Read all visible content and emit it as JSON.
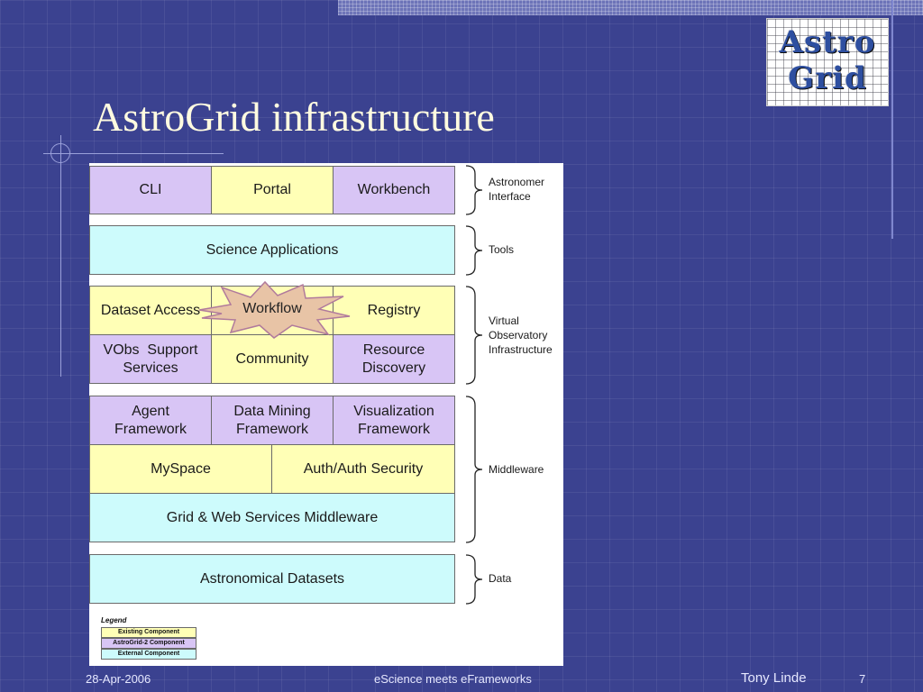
{
  "slide": {
    "title": "AstroGrid infrastructure",
    "logo": {
      "line1": "Astro",
      "line2": "Grid"
    }
  },
  "diagram": {
    "boxes": [
      {
        "id": "cli",
        "label": "CLI",
        "kind": "existing"
      },
      {
        "id": "portal",
        "label": "Portal",
        "kind": "astrogrid2"
      },
      {
        "id": "workbench",
        "label": "Workbench",
        "kind": "existing"
      },
      {
        "id": "science-applications",
        "label": "Science Applications",
        "kind": "external"
      },
      {
        "id": "dataset-access",
        "label": "Dataset Access",
        "kind": "astrogrid2"
      },
      {
        "id": "workflow",
        "label": "Workflow",
        "kind": "highlight"
      },
      {
        "id": "registry",
        "label": "Registry",
        "kind": "astrogrid2"
      },
      {
        "id": "vobs-support",
        "label": "VObs  Support\nServices",
        "kind": "existing"
      },
      {
        "id": "community",
        "label": "Community",
        "kind": "astrogrid2"
      },
      {
        "id": "resource-discovery",
        "label": "Resource\nDiscovery",
        "kind": "existing"
      },
      {
        "id": "agent-framework",
        "label": "Agent\nFramework",
        "kind": "existing"
      },
      {
        "id": "data-mining",
        "label": "Data Mining\nFramework",
        "kind": "existing"
      },
      {
        "id": "visualization",
        "label": "Visualization\nFramework",
        "kind": "existing"
      },
      {
        "id": "myspace",
        "label": "MySpace",
        "kind": "astrogrid2"
      },
      {
        "id": "auth-security",
        "label": "Auth/Auth Security",
        "kind": "astrogrid2"
      },
      {
        "id": "grid-web-services",
        "label": "Grid & Web Services Middleware",
        "kind": "external"
      },
      {
        "id": "astronomical-datasets",
        "label": "Astronomical Datasets",
        "kind": "external"
      }
    ],
    "layers": [
      {
        "id": "astronomer-interface",
        "label": "Astronomer\nInterface"
      },
      {
        "id": "tools",
        "label": "Tools"
      },
      {
        "id": "vo-infrastructure",
        "label": "Virtual\nObservatory\nInfrastructure"
      },
      {
        "id": "middleware",
        "label": "Middleware"
      },
      {
        "id": "data",
        "label": "Data"
      }
    ],
    "legend": {
      "title": "Legend",
      "items": [
        {
          "label": "Existing Component",
          "color": "#ffffb6"
        },
        {
          "label": "AstroGrid-2 Component",
          "color": "#d8c5f5"
        },
        {
          "label": "External Component",
          "color": "#cdfbfc"
        }
      ]
    },
    "colors": {
      "violet": "#d8c5f5",
      "yellow": "#ffffb6",
      "cyan": "#cdfbfc",
      "star": "#e8c4a6"
    }
  },
  "footer": {
    "date": "28-Apr-2006",
    "event": "eScience meets eFrameworks",
    "author": "Tony Linde",
    "page": "7"
  }
}
